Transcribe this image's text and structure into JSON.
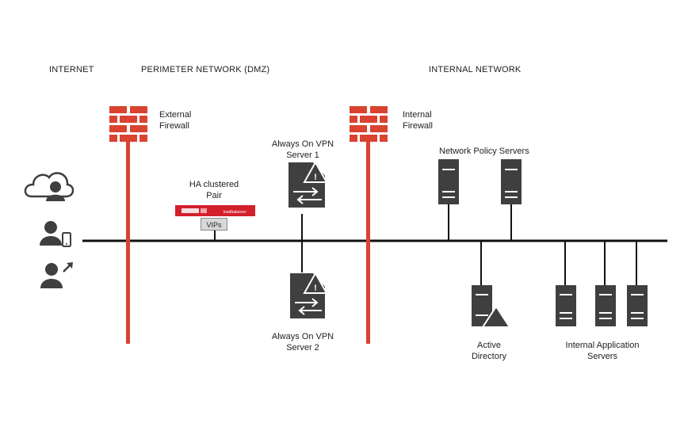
{
  "zones": {
    "internet": "INTERNET",
    "dmz": "PERIMETER NETWORK (DMZ)",
    "internal": "INTERNAL NETWORK"
  },
  "labels": {
    "external_firewall_line1": "External",
    "external_firewall_line2": "Firewall",
    "internal_firewall_line1": "Internal",
    "internal_firewall_line2": "Firewall",
    "ha_line1": "HA clustered",
    "ha_line2": "Pair",
    "vips": "VIPs",
    "vpn1_line1": "Always On VPN",
    "vpn1_line2": "Server 1",
    "vpn2_line1": "Always On VPN",
    "vpn2_line2": "Server 2",
    "nps": "Network Policy Servers",
    "ad_line1": "Active",
    "ad_line2": "Directory",
    "app_line1": "Internal Application",
    "app_line2": "Servers",
    "appliance_brand": "loadbalancer"
  },
  "colors": {
    "firewall_red": "#d9432f",
    "server_dark": "#3f3f3f",
    "line_black": "#111111",
    "appliance_red": "#d3202c"
  }
}
